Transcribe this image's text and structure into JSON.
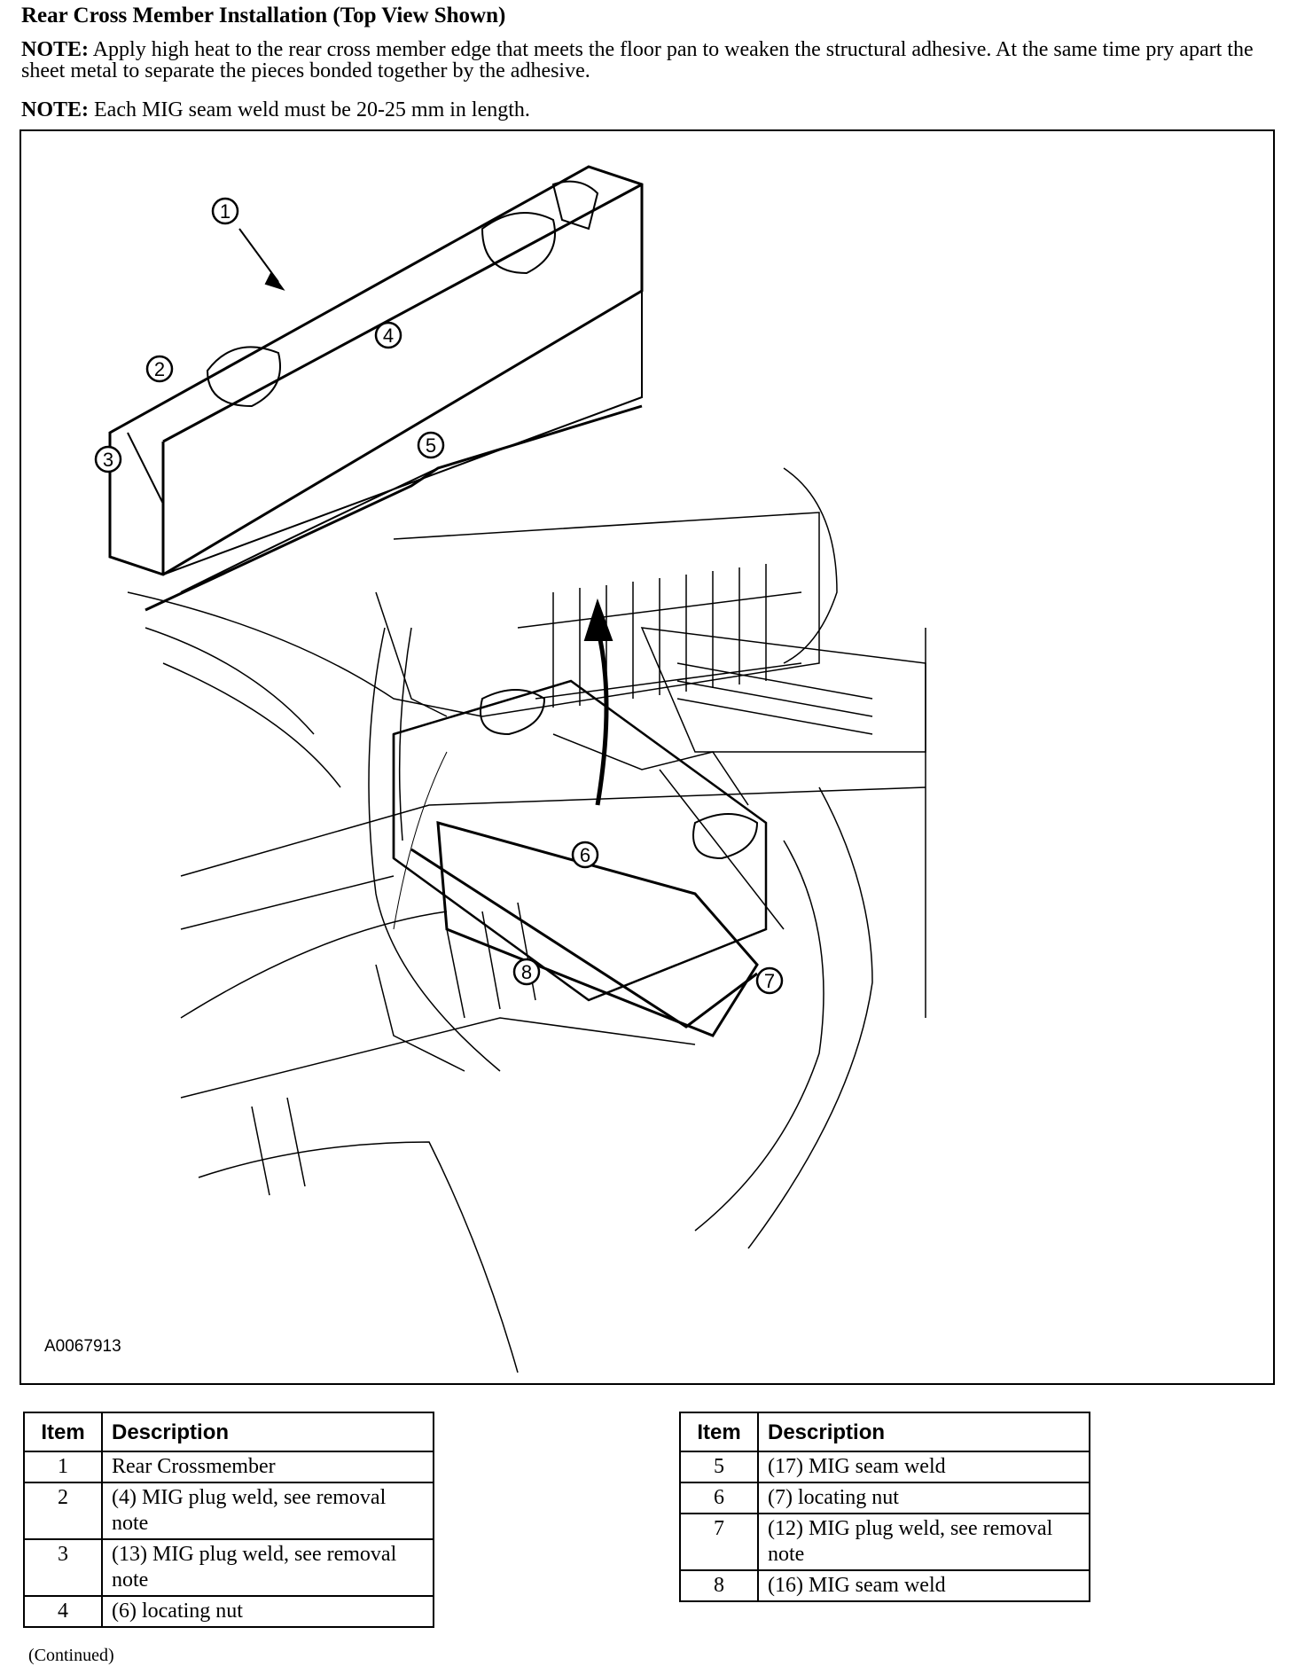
{
  "title": "Rear Cross Member Installation (Top View Shown)",
  "notes": [
    {
      "label": "NOTE:",
      "text": "Apply high heat to the rear cross member edge that meets the floor pan to weaken the structural adhesive. At the same time pry apart the sheet metal to separate the pieces bonded together by the adhesive."
    },
    {
      "label": "NOTE:",
      "text": "Each MIG seam weld must be 20-25 mm in length."
    }
  ],
  "figure": {
    "id": "A0067913",
    "callouts": [
      "1",
      "2",
      "3",
      "4",
      "5",
      "6",
      "7",
      "8"
    ]
  },
  "table_left": {
    "headers": [
      "Item",
      "Description"
    ],
    "rows": [
      {
        "item": "1",
        "desc": "Rear Crossmember"
      },
      {
        "item": "2",
        "desc": "(4) MIG plug weld, see removal note"
      },
      {
        "item": "3",
        "desc": "(13) MIG plug weld, see removal note"
      },
      {
        "item": "4",
        "desc": "(6) locating nut"
      }
    ]
  },
  "table_right": {
    "headers": [
      "Item",
      "Description"
    ],
    "rows": [
      {
        "item": "5",
        "desc": "(17) MIG seam weld"
      },
      {
        "item": "6",
        "desc": "(7) locating nut"
      },
      {
        "item": "7",
        "desc": "(12) MIG plug weld, see removal note"
      },
      {
        "item": "8",
        "desc": "(16) MIG seam weld"
      }
    ]
  },
  "continued": "(Continued)"
}
